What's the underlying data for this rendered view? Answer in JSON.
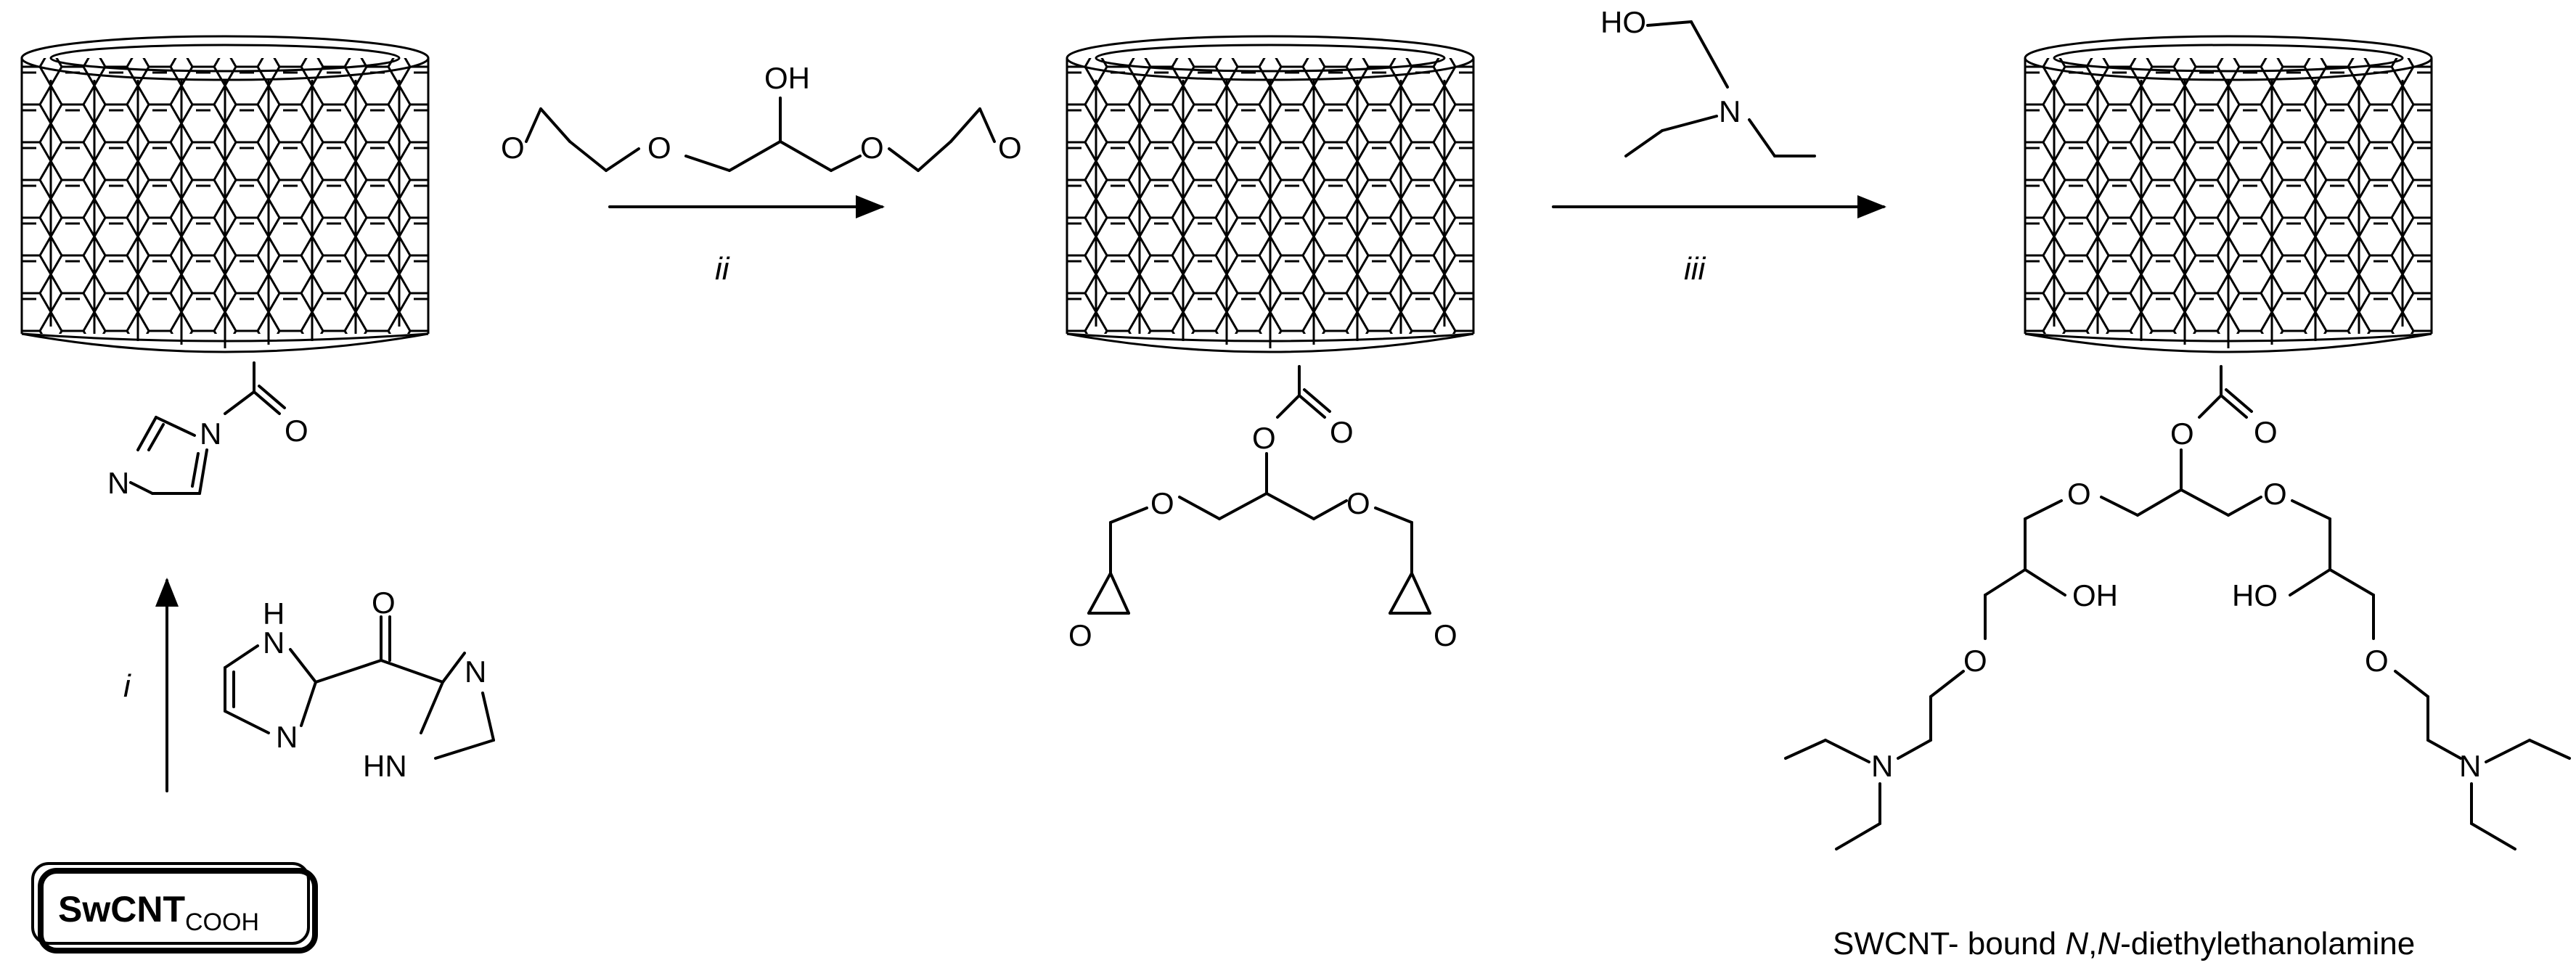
{
  "scheme": {
    "start_material": {
      "base": "SwCNT",
      "subscript": "COOH"
    },
    "steps": [
      {
        "label": "i"
      },
      {
        "label": "ii"
      },
      {
        "label": "iii"
      }
    ],
    "product_label": {
      "prefix": "SWCNT- bound ",
      "italic_1": "N",
      "comma": ",",
      "italic_2": "N",
      "suffix": "-diethylethanolamine"
    },
    "atoms": {
      "O": "O",
      "N": "N",
      "OH": "OH",
      "HO": "HO",
      "H": "H",
      "HN": "HN"
    }
  },
  "colors": {
    "ink": "#000000",
    "background": "#ffffff"
  },
  "icons": {
    "nanotube": "carbon-nanotube-drawing",
    "arrow": "reaction-arrow"
  }
}
